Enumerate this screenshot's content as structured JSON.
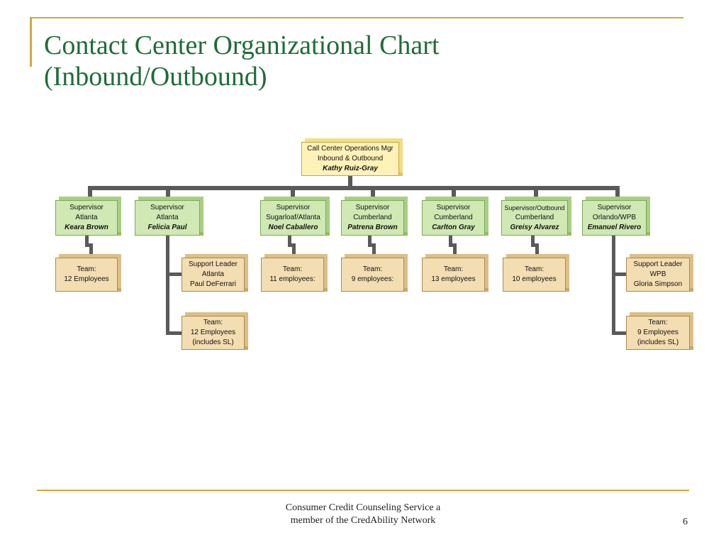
{
  "slide": {
    "title_line1": "Contact Center Organizational Chart",
    "title_line2": "(Inbound/Outbound)",
    "footer_line1": "Consumer Credit Counseling Service a",
    "footer_line2": "member of the CredAbility Network",
    "page_number": "6"
  },
  "org": {
    "manager": {
      "l1": "Call Center Operations Mgr",
      "l2": "Inbound & Outbound",
      "name": "Kathy Ruiz-Gray"
    },
    "supervisors": [
      {
        "l1": "Supervisor",
        "l2": "Atlanta",
        "name": "Keara Brown"
      },
      {
        "l1": "Supervisor",
        "l2": "Atlanta",
        "name": "Felicia Paul"
      },
      {
        "l1": "Supervisor",
        "l2": "Sugarloaf/Atlanta",
        "name": "Noel Caballero"
      },
      {
        "l1": "Supervisor",
        "l2": "Cumberland",
        "name": "Patrena Brown"
      },
      {
        "l1": "Supervisor",
        "l2": "Cumberland",
        "name": "Carlton Gray"
      },
      {
        "l1": "Supervisor/Outbound",
        "l2": "Cumberland",
        "name": "Greisy Alvarez"
      },
      {
        "l1": "Supervisor",
        "l2": "Orlando/WPB",
        "name": "Emanuel Rivero"
      }
    ],
    "teams": [
      {
        "l1": "Team:",
        "l2": "12 Employees"
      },
      {
        "l1": "Team:",
        "l2": "11 employees:"
      },
      {
        "l1": "Team:",
        "l2": "9 employees:"
      },
      {
        "l1": "Team:",
        "l2": "13 employees"
      },
      {
        "l1": "Team:",
        "l2": "10 employees"
      }
    ],
    "support_leaders": [
      {
        "l1": "Support Leader",
        "l2": "Atlanta",
        "l3": "Paul DeFerrari"
      },
      {
        "l1": "Support Leader",
        "l2": "WPB",
        "l3": "Gloria Simpson"
      }
    ],
    "sub_teams": [
      {
        "l1": "Team:",
        "l2": "12 Employees",
        "l3": "(includes SL)"
      },
      {
        "l1": "Team:",
        "l2": "9 Employees",
        "l3": "(includes SL)"
      }
    ]
  }
}
